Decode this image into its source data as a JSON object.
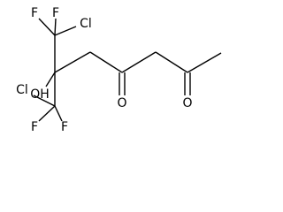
{
  "structure": {
    "atom_labels": {
      "f_top_left": "F",
      "f_top_right": "F",
      "cl_top": "Cl",
      "cl_left": "Cl",
      "f_bottom_left": "F",
      "f_bottom_right": "F",
      "hydroxyl": "OH",
      "ketone_o_1": "O",
      "ketone_o_2": "O"
    },
    "atoms": [
      {
        "id": "c_cf2cl_top",
        "element": "C"
      },
      {
        "id": "c_quaternary",
        "element": "C",
        "hydrogens": 0
      },
      {
        "id": "c_cf2cl_bottom",
        "element": "C"
      },
      {
        "id": "c_ch2_1",
        "element": "C"
      },
      {
        "id": "c_carbonyl_1",
        "element": "C"
      },
      {
        "id": "c_ch2_2",
        "element": "C"
      },
      {
        "id": "c_carbonyl_2",
        "element": "C"
      },
      {
        "id": "c_methyl",
        "element": "C"
      }
    ],
    "bonds": [
      {
        "from": "c_cf2cl_top",
        "to": "F",
        "order": 1
      },
      {
        "from": "c_cf2cl_top",
        "to": "F",
        "order": 1
      },
      {
        "from": "c_cf2cl_top",
        "to": "Cl",
        "order": 1
      },
      {
        "from": "c_cf2cl_top",
        "to": "c_quaternary",
        "order": 1
      },
      {
        "from": "c_quaternary",
        "to": "OH",
        "order": 1
      },
      {
        "from": "c_quaternary",
        "to": "c_cf2cl_bottom",
        "order": 1
      },
      {
        "from": "c_cf2cl_bottom",
        "to": "Cl",
        "order": 1
      },
      {
        "from": "c_cf2cl_bottom",
        "to": "F",
        "order": 1
      },
      {
        "from": "c_cf2cl_bottom",
        "to": "F",
        "order": 1
      },
      {
        "from": "c_quaternary",
        "to": "c_ch2_1",
        "order": 1
      },
      {
        "from": "c_ch2_1",
        "to": "c_carbonyl_1",
        "order": 1
      },
      {
        "from": "c_carbonyl_1",
        "to": "O",
        "order": 2
      },
      {
        "from": "c_carbonyl_1",
        "to": "c_ch2_2",
        "order": 1
      },
      {
        "from": "c_ch2_2",
        "to": "c_carbonyl_2",
        "order": 1
      },
      {
        "from": "c_carbonyl_2",
        "to": "O",
        "order": 2
      },
      {
        "from": "c_carbonyl_2",
        "to": "c_methyl",
        "order": 1
      }
    ]
  }
}
